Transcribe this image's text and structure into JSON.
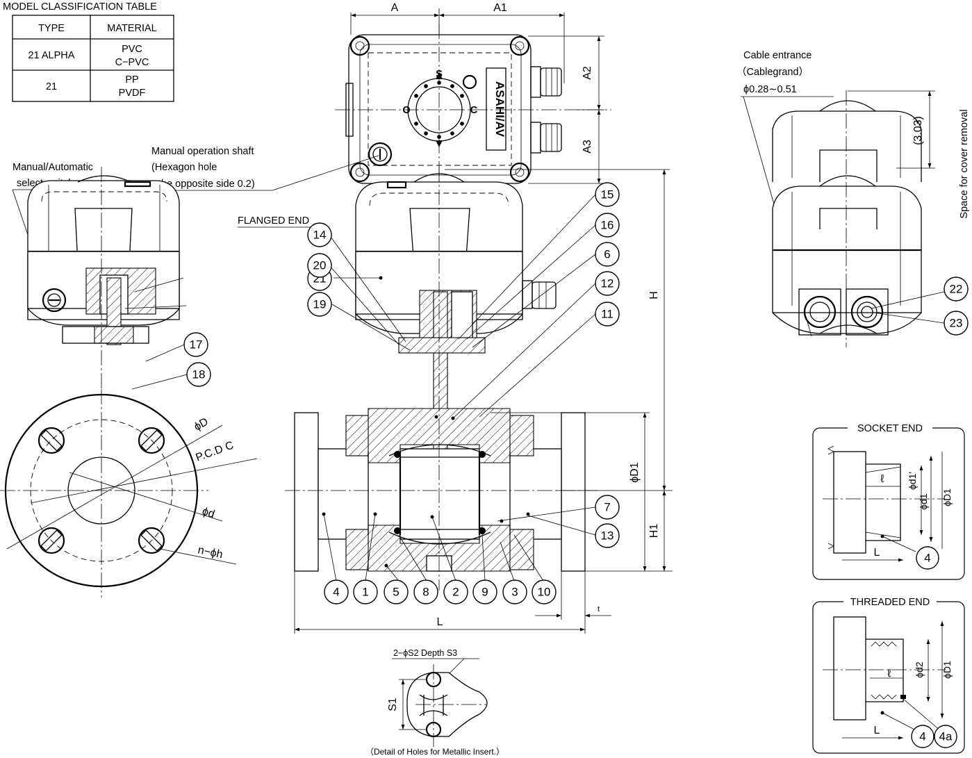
{
  "classification_table": {
    "title": "MODEL CLASSIFICATION TABLE",
    "headers": [
      "TYPE",
      "MATERIAL"
    ],
    "rows": [
      {
        "type": "21 ALPHA",
        "material_line1": "PVC",
        "material_line2": "C−PVC"
      },
      {
        "type": "21",
        "material_line1": "PP",
        "material_line2": "PVDF"
      }
    ]
  },
  "notes": {
    "manual_auto_line1": "Manual/Automatic",
    "manual_auto_line2": "select switch.",
    "manual_shaft_line1": "Manual operation shaft",
    "manual_shaft_line2": "(Hexagon hole",
    "manual_shaft_line3": "the opposite side 0.2)",
    "flanged_end": "FLANGED END",
    "cable_line1": "Cable entrance",
    "cable_line2": "（Cablegrand）",
    "cable_line3": "ϕ0.28∼0.51",
    "space_cover": "Space for cover removal",
    "metallic_insert": "（Detail of Holes for Metallic Insert.）",
    "hole_spec": "2−ϕS2 Depth S3"
  },
  "dimensions": {
    "A": "A",
    "A1": "A1",
    "A2": "A2",
    "A3": "A3",
    "H": "H",
    "H1": "H1",
    "L": "L",
    "t": "t",
    "D1": "ϕD1",
    "D": "ϕD",
    "PCD": "P.C.D C",
    "d": "ϕd",
    "nh": "n−ϕh",
    "cover_space": "(3.03)",
    "S1": "S1",
    "socket_d1p": "ϕd1'",
    "socket_d1": "ϕd1",
    "socket_D1": "ϕD1",
    "socket_l": "ℓ",
    "socket_L": "L",
    "thread_d2": "ϕd2",
    "thread_D1": "ϕD1",
    "thread_l": "ℓ",
    "thread_L": "L"
  },
  "top_view": {
    "brand": "ASAHI/AV",
    "dial_top": "S",
    "dial_left": "O",
    "dial_right": "C"
  },
  "details": {
    "socket_title": "SOCKET END",
    "threaded_title": "THREADED END"
  },
  "balloons": {
    "b1": "1",
    "b2": "2",
    "b3": "3",
    "b4": "4",
    "b4s": "4",
    "b4t": "4",
    "b4a": "4a",
    "b5": "5",
    "b6": "6",
    "b7": "7",
    "b8": "8",
    "b9": "9",
    "b10": "10",
    "b11": "11",
    "b12": "12",
    "b13": "13",
    "b14": "14",
    "b15": "15",
    "b16": "16",
    "b17": "17",
    "b18": "18",
    "b19": "19",
    "b20": "20",
    "b21": "21",
    "b22": "22",
    "b23": "23"
  }
}
